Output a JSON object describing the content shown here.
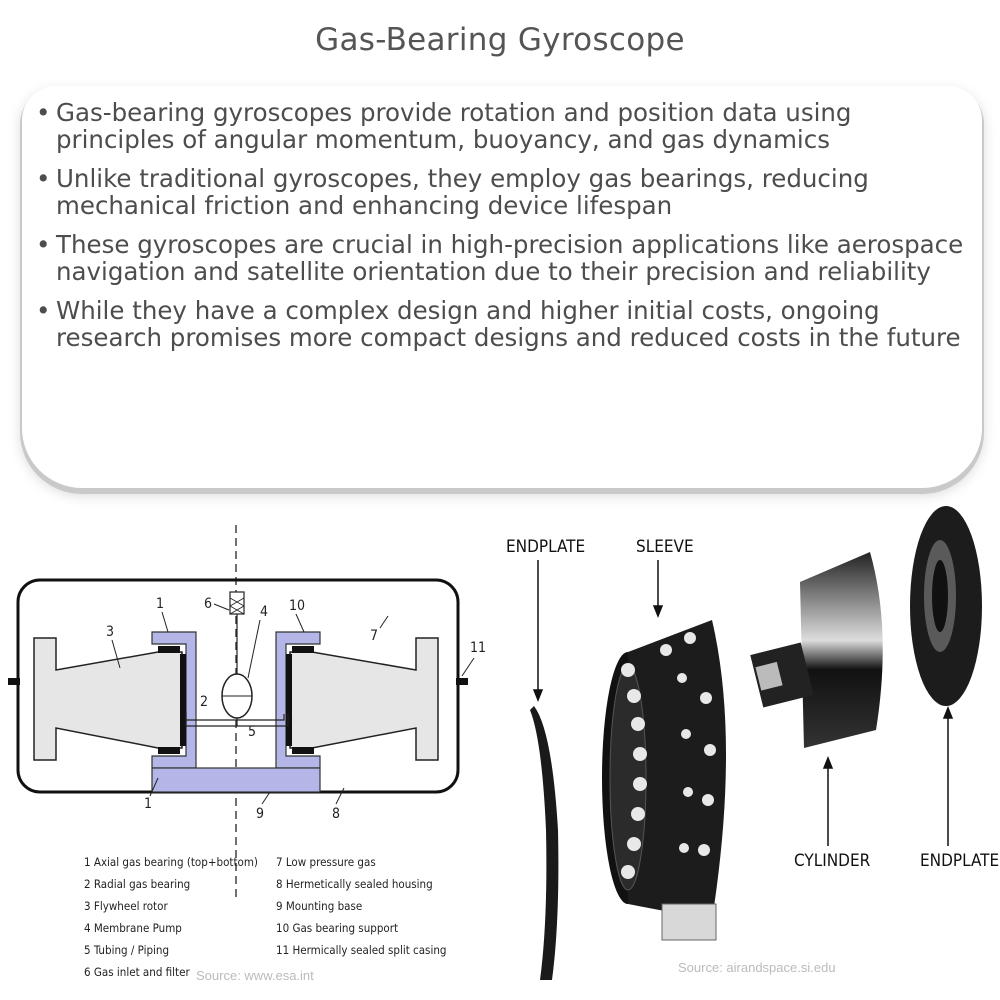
{
  "title": "Gas-Bearing Gyroscope",
  "bullets": [
    "Gas-bearing gyroscopes provide rotation and position data using principles of angular momentum, buoyancy, and gas dynamics",
    "Unlike traditional gyroscopes, they employ gas bearings, reducing mechanical friction and enhancing device lifespan",
    "These gyroscopes are crucial in high-precision applications like aerospace navigation and satellite orientation due to their precision and reliability",
    "While they have a complex design and higher initial costs, ongoing research promises more compact designs and reduced costs in the future"
  ],
  "left_diagram": {
    "callouts": [
      "1",
      "2",
      "3",
      "4",
      "5",
      "6",
      "7",
      "8",
      "9",
      "10",
      "11"
    ],
    "callout_lower_1": "1",
    "legend_left": [
      "1  Axial gas bearing (top+bottom)",
      "2  Radial gas bearing",
      "3  Flywheel rotor",
      "4  Membrane Pump",
      "5  Tubing / Piping",
      "6  Gas inlet and filter"
    ],
    "legend_right": [
      "7  Low pressure gas",
      "8  Hermetically sealed housing",
      "9  Mounting base",
      "10 Gas bearing support",
      "11 Hermically sealed split casing"
    ],
    "source": "Source: www.esa.int",
    "colors": {
      "support": "#b3b6e6",
      "rotor": "#e6e6e6",
      "bearing": "#111111"
    }
  },
  "right_photo": {
    "labels": {
      "endplate_left": "ENDPLATE",
      "sleeve": "SLEEVE",
      "cylinder": "CYLINDER",
      "endplate_right": "ENDPLATE"
    },
    "source": "Source: airandspace.si.edu"
  }
}
